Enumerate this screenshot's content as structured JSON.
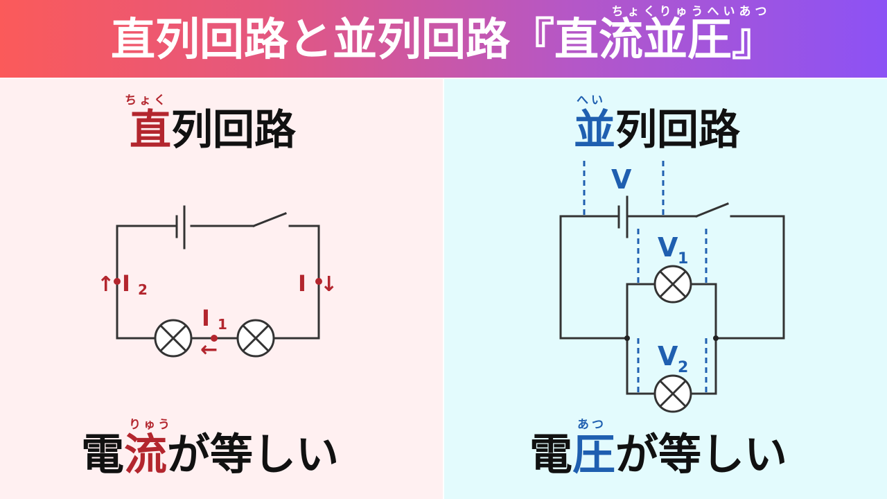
{
  "title": {
    "text": "直列回路と並列回路『直流並圧』",
    "ruby": "ちょくりゅうへいあつ"
  },
  "colors": {
    "header_gradient": [
      "#fb5a5a",
      "#8c52f5"
    ],
    "series_accent": "#b3262e",
    "parallel_accent": "#1f5fb0",
    "left_background": "#fff0f1",
    "right_background": "#e3fbfd"
  },
  "series": {
    "heading_accent": "直",
    "heading_rest": "列回路",
    "heading_ruby": "ちょく",
    "caption_pre": "電",
    "caption_accent": "流",
    "caption_post": "が等しい",
    "caption_ruby": "りゅう",
    "labels": {
      "i2_arrow": "↑",
      "i2": "I",
      "i2_sub": "2",
      "i": "I",
      "i_arrow": "↓",
      "i1": "I",
      "i1_sub": "1",
      "i1_arrow": "←"
    }
  },
  "parallel": {
    "heading_accent": "並",
    "heading_rest": "列回路",
    "heading_ruby": "へい",
    "caption_pre": "電",
    "caption_accent": "圧",
    "caption_post": "が等しい",
    "caption_ruby": "あつ",
    "labels": {
      "v": "V",
      "v1": "V",
      "v1_sub": "1",
      "v2": "V",
      "v2_sub": "2"
    }
  }
}
